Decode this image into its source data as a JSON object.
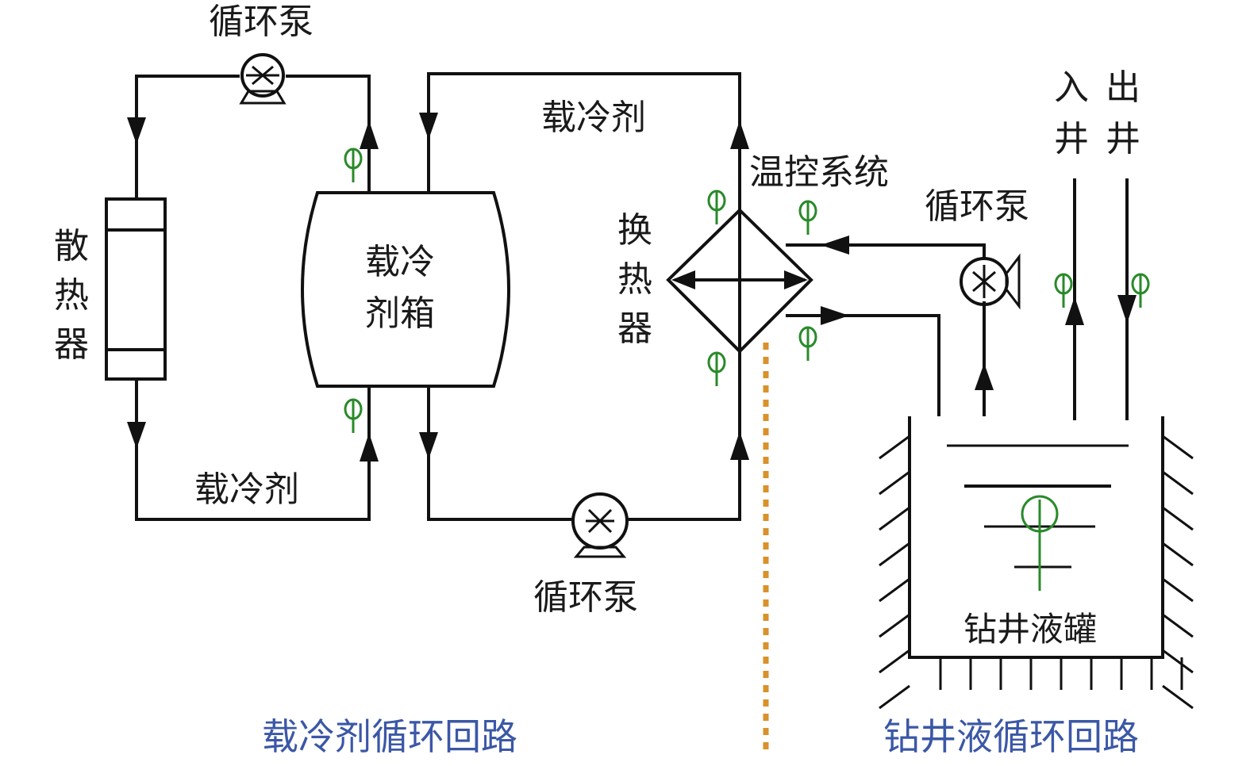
{
  "diagram": {
    "title_left": "载冷剂循环回路",
    "title_right": "钻井液循环回路",
    "labels": {
      "pump_top": "循环泵",
      "pump_bottom": "循环泵",
      "pump_right": "循环泵",
      "radiator": [
        "散",
        "热",
        "器"
      ],
      "tank": [
        "载冷",
        "剂箱"
      ],
      "coolant_top": "载冷剂",
      "coolant_bottom": "载冷剂",
      "temp_control": "温控系统",
      "heat_exchanger": [
        "换",
        "热",
        "器"
      ],
      "well_in": [
        "入",
        "井"
      ],
      "well_out": [
        "出",
        "井"
      ],
      "mud_tank": "钻井液罐"
    },
    "colors": {
      "line": "#111111",
      "sensor": "#2a8a2a",
      "divider": "#d9912a",
      "caption": "#3b57a6"
    }
  }
}
